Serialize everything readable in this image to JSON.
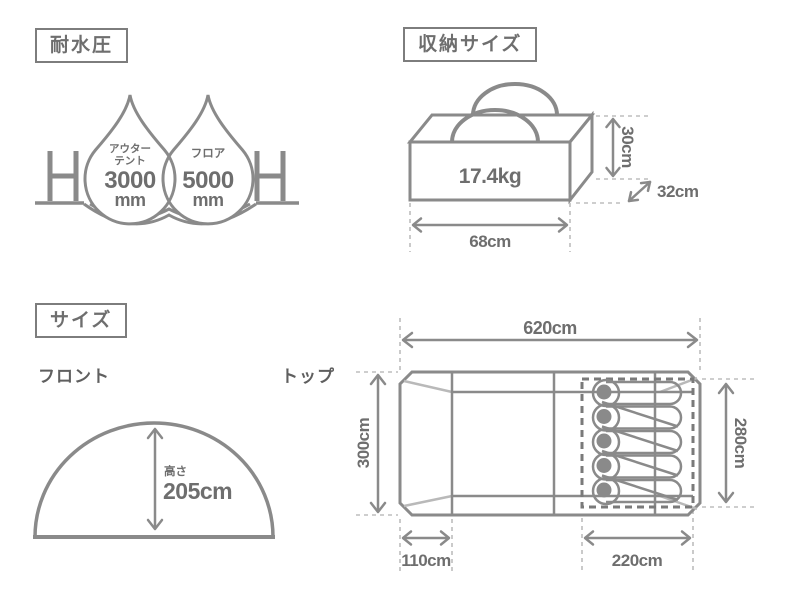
{
  "colors": {
    "line": "#8a8a8a",
    "light_line": "#b9b9b9",
    "guide_dash": "#bdbdbd",
    "inner_dash": "#7a7a7a",
    "text": "#6e6e6e",
    "header_border": "#7d7d7d"
  },
  "water_resistance": {
    "header": "耐水圧",
    "outer_tent_label_line1": "アウター",
    "outer_tent_label_line2": "テント",
    "outer_tent_value": "3000",
    "outer_tent_unit": "mm",
    "floor_label": "フロア",
    "floor_value": "5000",
    "floor_unit": "mm"
  },
  "storage": {
    "header": "収納サイズ",
    "weight": "17.4kg",
    "height": "30cm",
    "depth": "32cm",
    "width": "68cm"
  },
  "size": {
    "header": "サイズ",
    "front_view_label": "フロント",
    "top_view_label": "トップ",
    "height_caption": "高さ",
    "height_value": "205cm",
    "total_width": "620cm",
    "total_depth": "300cm",
    "inner_depth": "280cm",
    "front_section_width": "110cm",
    "inner_width": "220cm"
  }
}
